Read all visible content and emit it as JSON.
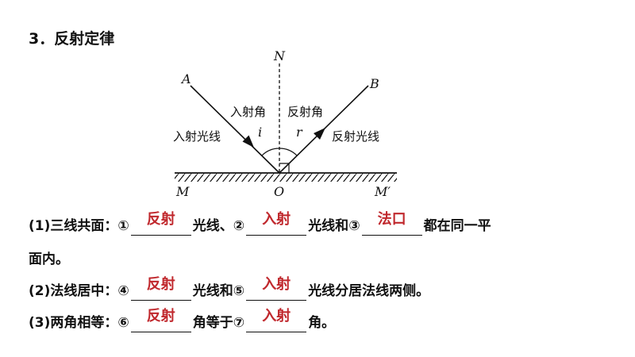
{
  "title": "3．反射定律",
  "diagram": {
    "label_A": "A",
    "label_B": "B",
    "label_N": "N",
    "label_M": "M",
    "label_O": "O",
    "label_M2": "M′",
    "incident_angle": "入射角",
    "reflection_angle": "反射角",
    "angle_i": "i",
    "angle_r": "r",
    "incident_ray": "入射光线",
    "reflected_ray": "反射光线"
  },
  "line1": {
    "prefix": "(1)三线共面：",
    "m1": "①",
    "a1": "反射",
    "t1": "光线、",
    "m2": "②",
    "a2": "入射",
    "t2": "光线和",
    "m3": "③",
    "a3": "法口",
    "t3": "都在同一平"
  },
  "line1b": "面内。",
  "line2": {
    "prefix": "(2)法线居中：",
    "m1": "④",
    "a1": "反射",
    "t1": "光线和",
    "m2": "⑤",
    "a2": "入射",
    "t2": "光线分居法线两侧。"
  },
  "line3": {
    "prefix": "(3)两角相等：",
    "m1": "⑥",
    "a1": "反射",
    "t1": "角等于",
    "m2": "⑦",
    "a2": "入射",
    "t2": "角。"
  }
}
